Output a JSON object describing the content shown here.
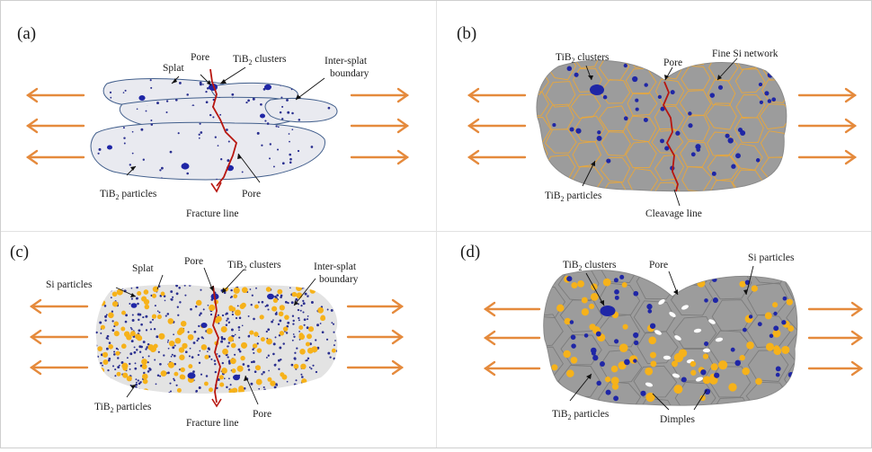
{
  "colors": {
    "arrow": "#e58a3c",
    "crack": "#b8160f",
    "particle_blue": "#1f26a6",
    "si_yellow": "#f6b21a",
    "splat_fill": "#e9eaf0",
    "matrix_gray": "#9c9c9c",
    "si_network": "#e8a73c",
    "splat_edge": "#425f8c"
  },
  "panels": [
    {
      "id": "a",
      "tag": "(a)",
      "labels": {
        "splat": "Splat",
        "pore_top": "Pore",
        "clusters": [
          "TiB",
          "2",
          " clusters"
        ],
        "boundary": [
          "Inter-splat",
          "boundary"
        ],
        "particles": [
          "TiB",
          "2",
          " particles"
        ],
        "pore_bottom": "Pore",
        "fracture": "Fracture line"
      }
    },
    {
      "id": "b",
      "tag": "(b)",
      "labels": {
        "clusters": [
          "TiB",
          "2",
          " clusters"
        ],
        "pore": "Pore",
        "network": "Fine Si network",
        "particles": [
          "TiB",
          "2",
          " particles"
        ],
        "cleavage": "Cleavage line"
      }
    },
    {
      "id": "c",
      "tag": "(c)",
      "labels": {
        "si": "Si particles",
        "splat": "Splat",
        "pore_top": "Pore",
        "clusters": [
          "TiB",
          "2",
          " clusters"
        ],
        "boundary": [
          "Inter-splat",
          "boundary"
        ],
        "particles": [
          "TiB",
          "2",
          " particles"
        ],
        "pore_bottom": "Pore",
        "fracture": "Fracture line"
      }
    },
    {
      "id": "d",
      "tag": "(d)",
      "labels": {
        "clusters": [
          "TiB",
          "2",
          " clusters"
        ],
        "pore": "Pore",
        "si": "Si particles",
        "particles": [
          "TiB",
          "2",
          " particles"
        ],
        "dimples": "Dimples"
      }
    }
  ]
}
